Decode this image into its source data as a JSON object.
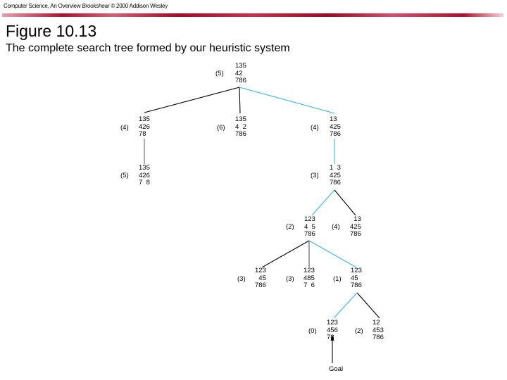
{
  "header": {
    "text_main": "Computer Science, An Overview ",
    "text_author": "Brookshear",
    "text_tail": " © 2000 Addison Wesley"
  },
  "title": "Figure 10.13",
  "subtitle": "The complete search tree formed by our heuristic system",
  "colors": {
    "solution_path": "#33b5f0",
    "edge": "#000000",
    "header_bar": "#b0102e"
  },
  "nodes": [
    {
      "h": "(5)",
      "rows": [
        "135",
        "42",
        "786"
      ]
    },
    {
      "h": "(4)",
      "rows": [
        "135",
        "426",
        "78"
      ]
    },
    {
      "h": "(6)",
      "rows": [
        "135",
        "4 2",
        "786"
      ]
    },
    {
      "h": "(4)",
      "rows": [
        "13",
        "425",
        "786"
      ]
    },
    {
      "h": "(5)",
      "rows": [
        "135",
        "426",
        "7 8"
      ]
    },
    {
      "h": "(3)",
      "rows": [
        "1 3",
        "425",
        "786"
      ]
    },
    {
      "h": "(2)",
      "rows": [
        "123",
        "4 5",
        "786"
      ]
    },
    {
      "h": "(4)",
      "rows": [
        " 13",
        "425",
        "786"
      ]
    },
    {
      "h": "(3)",
      "rows": [
        "123",
        " 45",
        "786"
      ]
    },
    {
      "h": "(3)",
      "rows": [
        "123",
        "485",
        "7 6"
      ]
    },
    {
      "h": "(1)",
      "rows": [
        "123",
        "45",
        "786"
      ]
    },
    {
      "h": "(0)",
      "rows": [
        "123",
        "456",
        "78"
      ]
    },
    {
      "h": "(2)",
      "rows": [
        "12",
        "453",
        "786"
      ]
    }
  ],
  "goal_label": "Goal"
}
